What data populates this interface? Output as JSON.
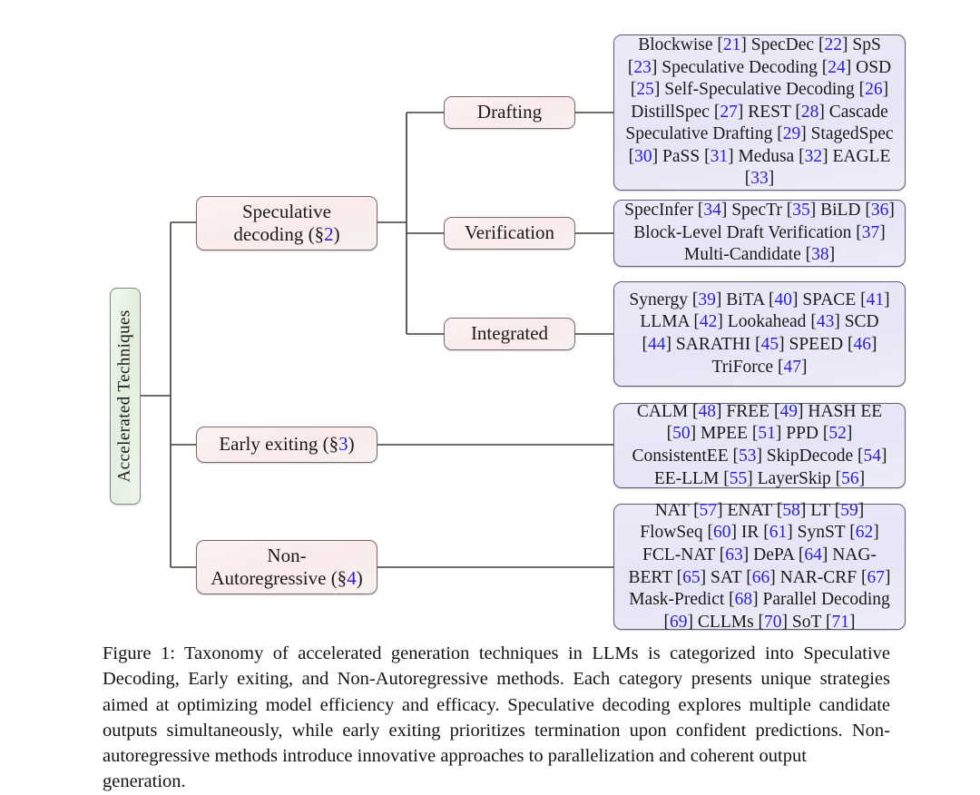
{
  "figure": {
    "root": {
      "label": "Accelerated Techniques"
    },
    "branches": [
      {
        "label_line1": "Speculative",
        "label_line2": "decoding (§",
        "section": "2",
        "label_tail": ")"
      },
      {
        "label_line1": "Early exiting (§",
        "section": "3",
        "label_tail": ")"
      },
      {
        "label_line1": "Non-",
        "label_line2": "Autoregressive (§",
        "section": "4",
        "label_tail": ")"
      }
    ],
    "sub_branches": [
      {
        "label": "Drafting"
      },
      {
        "label": "Verification"
      },
      {
        "label": "Integrated"
      }
    ],
    "leaves": [
      {
        "name": "drafting-methods",
        "items": [
          {
            "text": "Blockwise",
            "ref": "21"
          },
          {
            "text": "SpecDec",
            "ref": "22"
          },
          {
            "text": "SpS",
            "ref": "23"
          },
          {
            "text": "Speculative Decoding",
            "ref": "24"
          },
          {
            "text": "OSD",
            "ref": "25"
          },
          {
            "text": "Self-Speculative Decoding",
            "ref": "26"
          },
          {
            "text": "DistillSpec",
            "ref": "27"
          },
          {
            "text": "REST",
            "ref": "28"
          },
          {
            "text": "Cascade Speculative Drafting",
            "ref": "29"
          },
          {
            "text": "StagedSpec",
            "ref": "30"
          },
          {
            "text": "PaSS",
            "ref": "31"
          },
          {
            "text": "Medusa",
            "ref": "32"
          },
          {
            "text": "EAGLE",
            "ref": "33"
          }
        ]
      },
      {
        "name": "verification-methods",
        "items": [
          {
            "text": "SpecInfer",
            "ref": "34"
          },
          {
            "text": "SpecTr",
            "ref": "35"
          },
          {
            "text": "BiLD",
            "ref": "36"
          },
          {
            "text": "Block-Level Draft Verification",
            "ref": "37"
          },
          {
            "text": "Multi-Candidate",
            "ref": "38"
          }
        ]
      },
      {
        "name": "integrated-methods",
        "items": [
          {
            "text": "Synergy",
            "ref": "39"
          },
          {
            "text": "BiTA",
            "ref": "40"
          },
          {
            "text": "SPACE",
            "ref": "41"
          },
          {
            "text": "LLMA",
            "ref": "42"
          },
          {
            "text": "Lookahead",
            "ref": "43"
          },
          {
            "text": "SCD",
            "ref": "44"
          },
          {
            "text": "SARATHI",
            "ref": "45"
          },
          {
            "text": "SPEED",
            "ref": "46"
          },
          {
            "text": "TriForce",
            "ref": "47"
          }
        ]
      },
      {
        "name": "early-exiting-methods",
        "items": [
          {
            "text": "CALM",
            "ref": "48"
          },
          {
            "text": "FREE",
            "ref": "49"
          },
          {
            "text": "HASH EE",
            "ref": "50"
          },
          {
            "text": "MPEE",
            "ref": "51"
          },
          {
            "text": "PPD",
            "ref": "52"
          },
          {
            "text": "ConsistentEE",
            "ref": "53"
          },
          {
            "text": "SkipDecode",
            "ref": "54"
          },
          {
            "text": "EE-LLM",
            "ref": "55"
          },
          {
            "text": "LayerSkip",
            "ref": "56"
          }
        ]
      },
      {
        "name": "non-autoregressive-methods",
        "items": [
          {
            "text": "NAT",
            "ref": "57"
          },
          {
            "text": "ENAT",
            "ref": "58"
          },
          {
            "text": "LT",
            "ref": "59"
          },
          {
            "text": "FlowSeq",
            "ref": "60"
          },
          {
            "text": "IR",
            "ref": "61"
          },
          {
            "text": "SynST",
            "ref": "62"
          },
          {
            "text": "FCL-NAT",
            "ref": "63"
          },
          {
            "text": "DePA",
            "ref": "64"
          },
          {
            "text": "NAG-BERT",
            "ref": "65"
          },
          {
            "text": "SAT",
            "ref": "66"
          },
          {
            "text": "NAR-CRF",
            "ref": "67"
          },
          {
            "text": "Mask-Predict",
            "ref": "68"
          },
          {
            "text": "Parallel Decoding",
            "ref": "69"
          },
          {
            "text": "CLLMs",
            "ref": "70"
          },
          {
            "text": "SoT",
            "ref": "71"
          }
        ]
      }
    ],
    "colors": {
      "root_fill": "#e8f1e4",
      "branch_fill": "#faeaea",
      "leaf_fill": "#e7e6f7",
      "reference_link": "#2b20d6",
      "connector": "#3b3b3b"
    }
  },
  "caption": {
    "label": "Figure 1:",
    "text": "Figure 1: Taxonomy of accelerated generation techniques in LLMs is categorized into Speculative Decoding, Early exiting, and Non-Autoregressive methods. Each category presents unique strategies aimed at optimizing model efficiency and efficacy. Speculative decoding explores multiple candidate outputs simultaneously, while early exiting prioritizes termination upon confident predictions. Non-autoregressive methods introduce innovative approaches to parallelization and coherent output",
    "last_line": "generation."
  }
}
